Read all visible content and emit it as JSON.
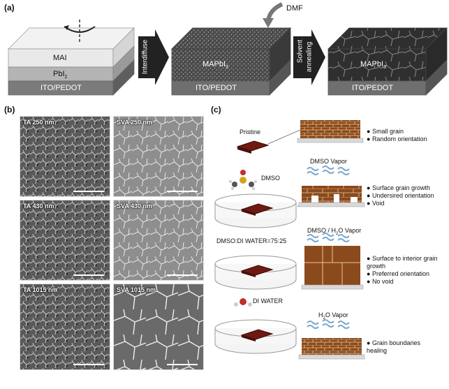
{
  "panel_a": {
    "label": "(a)",
    "block1": {
      "layers": [
        "MAI",
        "PbI",
        "ITO/PEDOT"
      ],
      "pbi_sub": "2"
    },
    "arrow1": "Interdiffuse",
    "block2": {
      "film": "MAPbI",
      "film_sub": "3",
      "substrate": "ITO/PEDOT"
    },
    "dmf": "DMF",
    "arrow2_line1": "Solvent",
    "arrow2_line2": "annealing",
    "block3": {
      "film": "MAPbI",
      "film_sub": "3",
      "substrate": "ITO/PEDOT"
    }
  },
  "panel_b": {
    "label": "(b)",
    "images": [
      {
        "caption": "TA 250 nm"
      },
      {
        "caption": "SVA 250 nm"
      },
      {
        "caption": "TA 430 nm"
      },
      {
        "caption": "SVA 430 nm"
      },
      {
        "caption": "TA 1015 nm"
      },
      {
        "caption": "SVA 1015 nm"
      }
    ]
  },
  "panel_c": {
    "label": "(c)",
    "pristine": "Pristine",
    "pristine_bullets": [
      "Small grain",
      "Random orientation"
    ],
    "dmso_vapor": "DMSO Vapor",
    "dmso": "DMSO",
    "dmso_bullets": [
      "Surface grain growth",
      "Undersired orientation",
      "Void"
    ],
    "mix_vapor_pre": "DMSO / H",
    "mix_vapor_sub": "2",
    "mix_vapor_post": "O Vapor",
    "mix_ratio": "DMSO:DI WATER=75:25",
    "mix_bullets": [
      "Surface to interior grain growth",
      "Preferred orientation",
      "No void"
    ],
    "water": "DI WATER",
    "h2o_vapor_pre": "H",
    "h2o_vapor_sub": "2",
    "h2o_vapor_post": "O Vapor",
    "h2o_bullets": [
      "Grain boundaries healing"
    ]
  },
  "colors": {
    "film_brown": "#8b4a1c",
    "grain_line": "#e9c79a",
    "vapor_blue": "#7aa8cf",
    "dark_film": "#3a3a3a"
  }
}
